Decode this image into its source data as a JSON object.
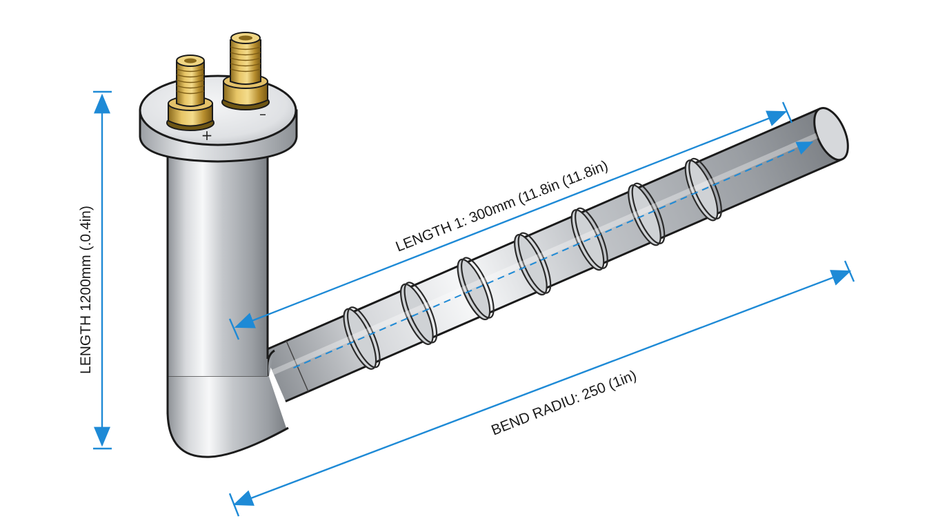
{
  "diagram": {
    "colors": {
      "dimension_line": "#1e8ad6",
      "tube_metal": "#c9ccd0",
      "terminal_brass": "#c9a23a",
      "outline": "#1b1b1b",
      "text": "#1a1a1a"
    },
    "terminals": {
      "positive_label": "+",
      "negative_label": "–"
    },
    "dimensions": {
      "vertical_label": "LENGTH 1200mm (.0.4in)",
      "horizontal_label": "LENGTH 1: 300mm (11.8in (11.8in)",
      "bend_label": "BEND RADIU: 250 (1in)"
    }
  }
}
